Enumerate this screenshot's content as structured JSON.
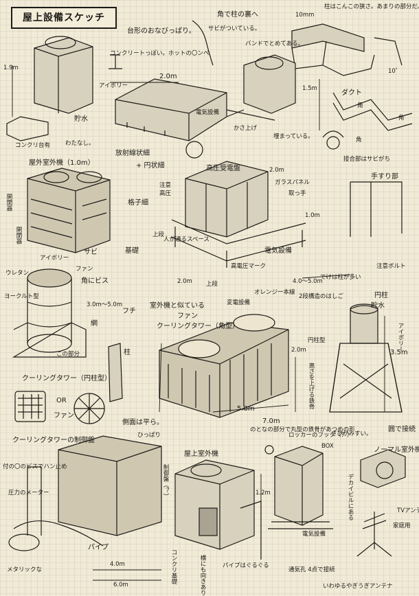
{
  "title": "屋上設備スケッチ",
  "labels": {
    "l01": "台形のおなびっぱり。",
    "l02": "角で柱の裏へ",
    "l03": "サビがついている。",
    "l04": "バンドでとめてある。",
    "l05": "10mm",
    "l06": "柱はこんこの狭さ。あまりの部分だ。",
    "l07": "10゜",
    "l08": "コンクリートっぽい。ホットの〇ンペ",
    "l09": "アイボリー",
    "l10": "2.0m",
    "l11": "1.9m",
    "l12": "貯水",
    "l13": "電気設備",
    "l14": "かさ上げ",
    "l15": "埋まっている。",
    "l16": "1.5m",
    "l17": "ダクト",
    "l18": "角",
    "l19": "角",
    "l20": "角",
    "l21": "接合部はサビがち",
    "l22": "コンクリ台有",
    "l23": "わたなし。",
    "l24": "放射線状細",
    "l25": "+ 円状細",
    "l26": "屋外室外機（1.0m）",
    "l27": "高圧受電盤",
    "l28": "2.0m",
    "l29": "ガラスパネル",
    "l30": "取っ手",
    "l31": "1.0m",
    "l32": "手すり部",
    "l33": "格子細",
    "l34": "注意",
    "l35": "高圧",
    "l36": "開閉器",
    "l37": "注意ボルト",
    "l38": "サビ",
    "l39": "基礎",
    "l40": "人が通るスペース",
    "l41": "上段",
    "l42": "電気設備",
    "l43": "アイボリー",
    "l44": "ファン",
    "l45": "高電圧マーク",
    "l46": "ウレタン",
    "l47": "角にビス",
    "l48": "2.0m",
    "l49": "フチ",
    "l50": "上段",
    "l51": "室外機と似ている",
    "l52": "ファン",
    "l53": "オレンジ一本線",
    "l54": "変電設備",
    "l55": "4.0〜5.0m",
    "l56": "でけは柱が多い",
    "l57": "円柱",
    "l58": "貯水",
    "l59": "2段構造のはしご",
    "l60": "3.0m〜5.0m",
    "l61": "ヨークルト型",
    "l62": "網",
    "l63": "円柱型",
    "l64": "アイボリー",
    "l65": "3.5m",
    "l66": "柱",
    "l67": "この部分",
    "l68": "クーリングタワー（角型）",
    "l69": "クーリングタワー（円柱型）",
    "l70": "2.0m",
    "l71": "高さを上げる鉄骨",
    "l72": "さびがみすい。",
    "l73": "囲で接続",
    "l74": "OR",
    "l75": "ファン",
    "l76": "5.0m",
    "l77": "7.0m",
    "l78": "側面は平ら。",
    "l79": "のとなの部分で丸型の鉄骨があつめの形",
    "l80": "ロッカーのフック（？）",
    "l81": "クーリングタワーの制御盤",
    "l82": "ひっぱり",
    "l83": "屋上室外機",
    "l84": "BOX",
    "l85": "ノーマル室外機",
    "l86": "付の〇のビスでハン止め",
    "l87": "制御盤（？）",
    "l88": "圧力のメーター",
    "l89": "1.2m",
    "l90": "電気設備",
    "l91": "デカイビルにある",
    "l92": "TVアンテナ",
    "l93": "家庭用",
    "l94": "4.0m",
    "l95": "6.0m",
    "l96": "パイプ",
    "l97": "コンクリ基礎",
    "l98": "横にも向きあり",
    "l99": "パイプはぐるぐる",
    "l100": "通気孔 4点で接続",
    "l101": "メタリックな",
    "l102": "いわゆるやぎうぎアンテナ",
    "l103": "開閉器"
  }
}
